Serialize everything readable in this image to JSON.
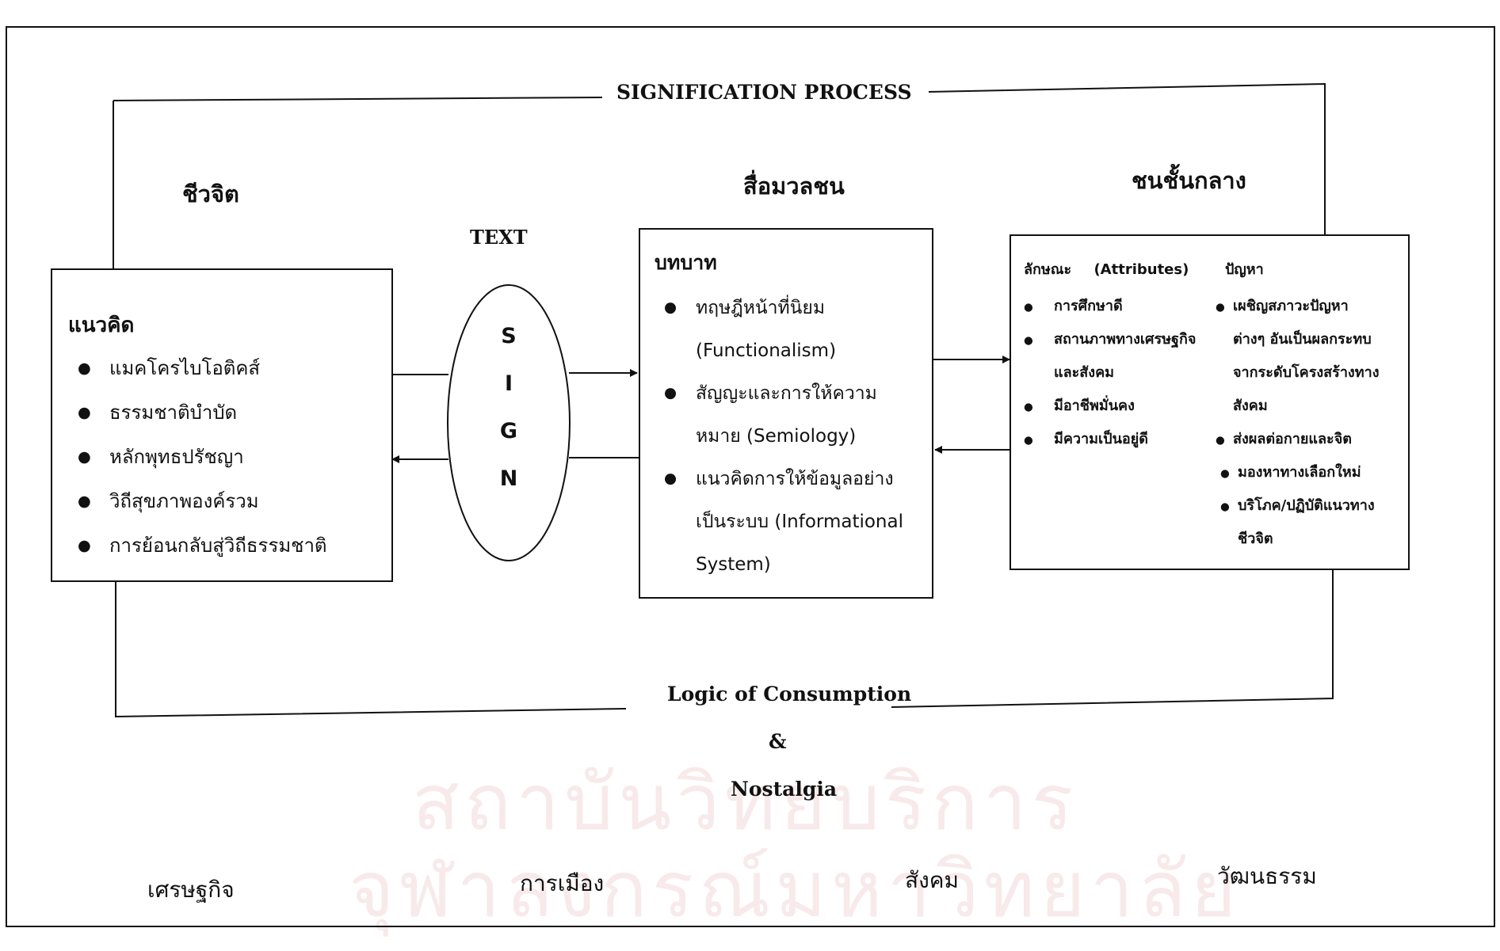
{
  "diagram": {
    "title": "SIGNIFICATION PROCESS",
    "left_heading": "ชีวจิต",
    "center_heading": "สื่อมวลชน",
    "right_heading": "ชนชั้นกลาง",
    "text_label": "TEXT",
    "sign_letters": [
      "S",
      "I",
      "G",
      "N"
    ],
    "left_box": {
      "heading": "แนวคิด",
      "items": [
        "แมคโครไบโอติคส์",
        "ธรรมชาติบำบัด",
        "หลักพุทธปรัชญา",
        "วิถีสุขภาพองค์รวม",
        "การย้อนกลับสู่วิถีธรรมชาติ"
      ]
    },
    "center_box": {
      "heading": "บทบาท",
      "items": [
        {
          "line1": "ทฤษฎีหน้าที่นิยม",
          "line2": "(Functionalism)"
        },
        {
          "line1": "สัญญะและการให้ความ",
          "line2": "หมาย (Semiology)"
        },
        {
          "line1": "แนวคิดการให้ข้อมูลอย่าง",
          "line2": "เป็นระบบ (Informational",
          "line3": "System)"
        }
      ]
    },
    "right_box": {
      "attr_heading": "ลักษณะ",
      "attr_heading_en": "(Attributes)",
      "attr_items": [
        {
          "line1": "การศึกษาดี"
        },
        {
          "line1": "สถานภาพทางเศรษฐกิจ",
          "line2": "และสังคม"
        },
        {
          "line1": "มีอาชีพมั่นคง"
        },
        {
          "line1": "มีความเป็นอยู่ดี"
        }
      ],
      "problem_heading": "ปัญหา",
      "problem_items": [
        {
          "line1": "เผชิญสภาวะปัญหา",
          "line2": "ต่างๆ อันเป็นผลกระทบ",
          "line3": "จากระดับโครงสร้างทาง",
          "line4": "สังคม"
        },
        {
          "line1": "ส่งผลต่อกายและจิต"
        },
        {
          "line1": "มองหาทางเลือกใหม่"
        },
        {
          "line1": "บริโภค/ปฏิบัติแนวทาง",
          "line2": "ชีวจิต"
        }
      ]
    },
    "logic_line1": "Logic of Consumption",
    "logic_amp": "&",
    "logic_line2": "Nostalgia",
    "bottom_labels": [
      "เศรษฐกิจ",
      "การเมือง",
      "สังคม",
      "วัฒนธรรม"
    ]
  },
  "watermark": {
    "line1": "สถาบันวิทยบริการ",
    "line2": "จุฬาลงกรณ์มหาวิทยาลัย"
  }
}
